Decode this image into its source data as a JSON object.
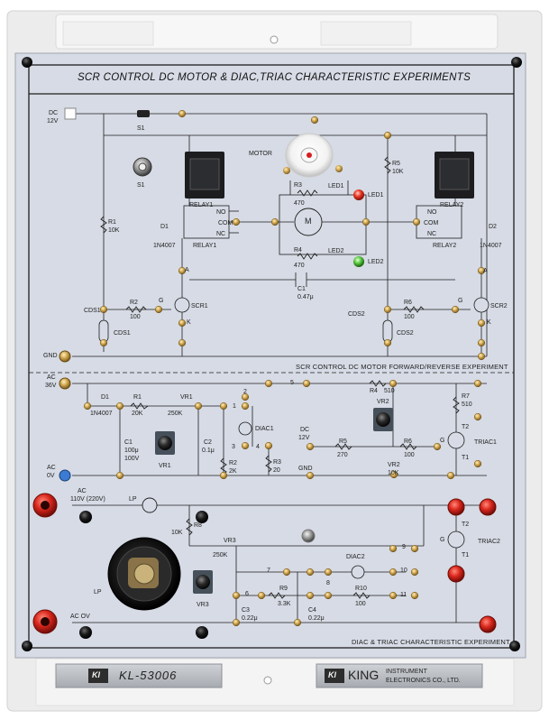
{
  "panel": {
    "title": "SCR CONTROL DC MOTOR & DIAC,TRIAC CHARACTERISTIC EXPERIMENTS",
    "upper_section_caption": "SCR CONTROL DC MOTOR FORWARD/REVERSE EXPERIMENT",
    "lower_section_caption": "DIAC & TRIAC CHARACTERISTIC EXPERIMENT",
    "model_logo": "KI",
    "model_number": "KL-53006",
    "brand_logo": "KI",
    "brand_name": "KING",
    "brand_line1": "INSTRUMENT",
    "brand_line2": "ELECTRONICS CO., LTD."
  },
  "labels": {
    "dc": "DC",
    "v12": "12V",
    "s1a": "S1",
    "s1b": "S1",
    "motor": "MOTOR",
    "r1": "R1",
    "r1v": "10K",
    "d1": "D1",
    "in4007a": "1N4007",
    "relay1a": "RELAY1",
    "relay1b": "RELAY1",
    "no1": "NO",
    "com1": "COM",
    "nc1": "NC",
    "r3": "R3",
    "r3v": "470",
    "led1": "LED1",
    "led1b": "LED1",
    "r4": "R4",
    "r4v": "470",
    "led2": "LED2",
    "led2b": "LED2",
    "m": "M",
    "r5": "R5",
    "r5v": "10K",
    "relay2a": "RELAY2",
    "relay2b": "RELAY2",
    "no2": "NO",
    "com2": "COM",
    "nc2": "NC",
    "d2": "D2",
    "in4007b": "1N4007",
    "c1top": "C1",
    "c1topv": "0.47μ",
    "cds1": "CDS1",
    "cds1b": "CDS1",
    "r2": "R2",
    "r2v": "100",
    "g1": "G",
    "scr1": "SCR1",
    "k1": "K",
    "a1": "A",
    "cds2": "CDS2",
    "cds2b": "CDS2",
    "r6": "R6",
    "r6v": "100",
    "g2": "G",
    "scr2": "SCR2",
    "k2": "K",
    "a2": "A",
    "gnd1": "GND",
    "ac": "AC",
    "v36": "36V",
    "d1b": "D1",
    "in4007c": "1N4007",
    "r1b": "R1",
    "r1bv": "20K",
    "vr1": "VR1",
    "vr1v": "250K",
    "vr1b": "VR1",
    "c1": "C1",
    "c1v1": "100μ",
    "c1v2": "100V",
    "c2": "C2",
    "c2v": "0.1μ",
    "n1": "1",
    "n2": "2",
    "n3": "3",
    "n4": "4",
    "n5": "5",
    "r2b": "R2",
    "r2bv": "2K",
    "r3b": "R3",
    "r3bv": "20",
    "diac1": "DIAC1",
    "r4b": "R4",
    "r4bv": "510",
    "vr2": "VR2",
    "r7": "R7",
    "r7v": "510",
    "dc2": "DC",
    "v12b": "12V",
    "r5b": "R5",
    "r5bv": "270",
    "r6b": "R6",
    "r6bv": "100",
    "vr2b": "VR2",
    "vr2bv": "10K",
    "gnd2": "GND",
    "g3": "G",
    "t2a": "T2",
    "t1a": "T1",
    "triac1": "TRIAC1",
    "ac0": "AC",
    "ac0v": "0V",
    "ac110": "AC",
    "ac110v": "110V (220V)",
    "lp": "LP",
    "lp2": "LP",
    "r8": "R8",
    "r8v": "10K",
    "vr3": "VR3",
    "vr3v": "250K",
    "vr3b": "VR3",
    "n6": "6",
    "n7": "7",
    "n8": "8",
    "n9": "9",
    "n10": "10",
    "n11": "11",
    "r9": "R9",
    "r9v": "3.3K",
    "r10": "R10",
    "r10v": "100",
    "diac2": "DIAC2",
    "c3": "C3",
    "c3v": "0.22μ",
    "c4": "C4",
    "c4v": "0.22μ",
    "t2b": "T2",
    "t1b": "T1",
    "g4": "G",
    "triac2": "TRIAC2",
    "acov": "AC OV"
  },
  "colors": {
    "backboard": "#ececec",
    "panel_face": "#d6dbe5",
    "print_ink": "#1f1f1f",
    "jack_red": "#d9261c",
    "jack_black": "#161616",
    "terminal_brass": "#c8a04a",
    "led_red": "#e33a2c",
    "led_green": "#54c445",
    "relay_black": "#1d1d1f",
    "nameplate": "#b9bcc1"
  }
}
